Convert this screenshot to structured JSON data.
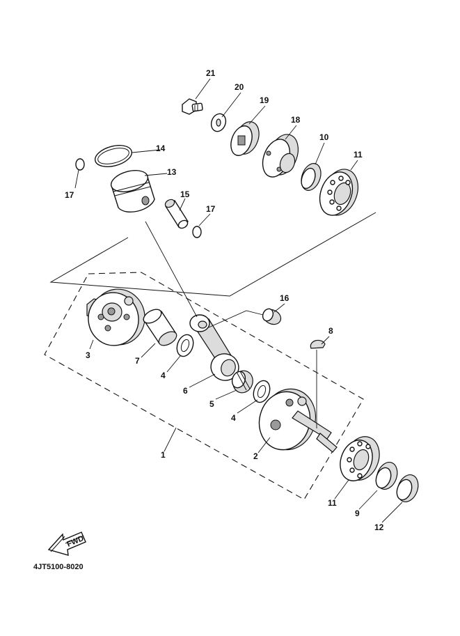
{
  "parts": [
    {
      "id": "p1",
      "label": "1"
    },
    {
      "id": "p2",
      "label": "2"
    },
    {
      "id": "p3",
      "label": "3"
    },
    {
      "id": "p4a",
      "label": "4"
    },
    {
      "id": "p4b",
      "label": "4"
    },
    {
      "id": "p5",
      "label": "5"
    },
    {
      "id": "p6",
      "label": "6"
    },
    {
      "id": "p7",
      "label": "7"
    },
    {
      "id": "p8",
      "label": "8"
    },
    {
      "id": "p9",
      "label": "9"
    },
    {
      "id": "p10",
      "label": "10"
    },
    {
      "id": "p11a",
      "label": "11"
    },
    {
      "id": "p11b",
      "label": "11"
    },
    {
      "id": "p12",
      "label": "12"
    },
    {
      "id": "p13",
      "label": "13"
    },
    {
      "id": "p14",
      "label": "14"
    },
    {
      "id": "p15",
      "label": "15"
    },
    {
      "id": "p16",
      "label": "16"
    },
    {
      "id": "p17a",
      "label": "17"
    },
    {
      "id": "p17b",
      "label": "17"
    },
    {
      "id": "p18",
      "label": "18"
    },
    {
      "id": "p19",
      "label": "19"
    },
    {
      "id": "p20",
      "label": "20"
    },
    {
      "id": "p21",
      "label": "21"
    }
  ],
  "fwd_label": "FWD",
  "diagram_code": "4JT5100-8020",
  "icons": {
    "forward_arrow": "fwd-arrow-icon"
  }
}
